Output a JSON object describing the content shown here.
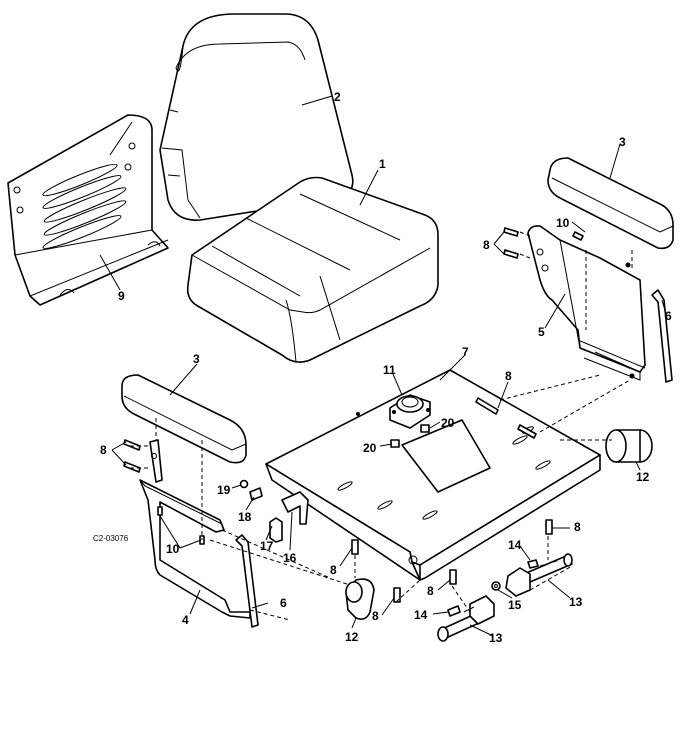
{
  "reference_code": "C2-03076",
  "callouts": {
    "c1": "1",
    "c2": "2",
    "c3a": "3",
    "c3b": "3",
    "c4": "4",
    "c5": "5",
    "c6a": "6",
    "c6b": "6",
    "c7": "7",
    "c8a": "8",
    "c8b": "8",
    "c8c": "8",
    "c8d": "8",
    "c8e": "8",
    "c8f": "8",
    "c8g": "8",
    "c9": "9",
    "c10a": "10",
    "c10b": "10",
    "c11": "11",
    "c12a": "12",
    "c12b": "12",
    "c13a": "13",
    "c13b": "13",
    "c14a": "14",
    "c14b": "14",
    "c15": "15",
    "c16": "16",
    "c17": "17",
    "c18": "18",
    "c19": "19",
    "c20a": "20",
    "c20b": "20"
  }
}
